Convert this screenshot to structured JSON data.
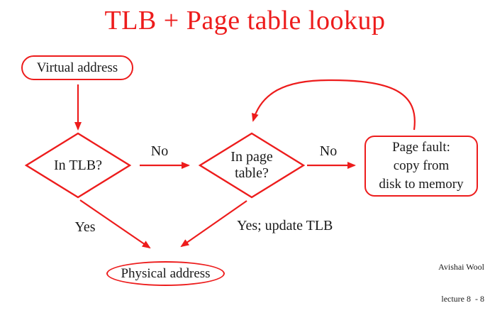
{
  "title": "TLB + Page table lookup",
  "colors": {
    "accent": "#ed1c1c",
    "text": "#1a1a1a",
    "background": "#ffffff"
  },
  "nodes": {
    "virtual_address": "Virtual address",
    "in_tlb": "In TLB?",
    "in_page_table": "In page\ntable?",
    "page_fault": "Page fault:\ncopy from\ndisk to memory",
    "physical_address": "Physical address"
  },
  "edge_labels": {
    "tlb_no": "No",
    "page_table_no": "No",
    "tlb_yes": "Yes",
    "page_table_yes": "Yes; update TLB"
  },
  "footer": {
    "author": "Avishai Wool",
    "page": "lecture 8  - 8"
  }
}
